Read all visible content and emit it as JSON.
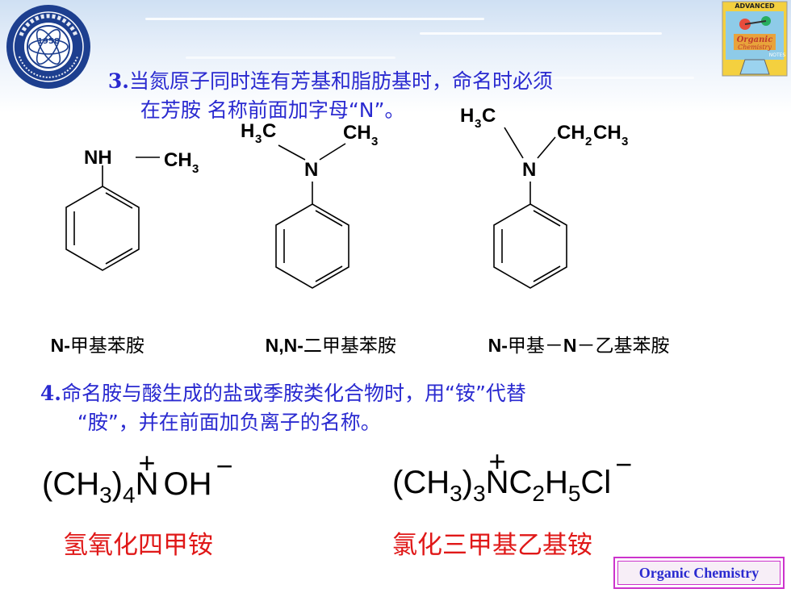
{
  "header": {
    "logo": {
      "name": "university-seal",
      "year": "1958",
      "text": "University of Science and Technology of China"
    },
    "badge": {
      "name": "organic-chemistry-badge",
      "top_text": "ADVANCED",
      "mid_text": "Organic",
      "mid_text2": "Chemistry",
      "corner_text": "NOTES"
    }
  },
  "section3": {
    "number": "3.",
    "line1": "当氮原子同时连有芳基和脂肪基时，命名时必须",
    "line2": "在芳胺 名称前面加字母“N”。"
  },
  "structures": [
    {
      "labels": {
        "nh": "NH",
        "ch3": "CH",
        "three": "3"
      },
      "name_prefix": "N-",
      "name_rest": "甲基苯胺"
    },
    {
      "labels": {
        "h3c_h": "H",
        "h3c_3": "3",
        "h3c_c": "C",
        "ch3": "CH",
        "three": "3",
        "n": "N"
      },
      "name_prefix": "N,N-",
      "name_rest": "二甲基苯胺"
    },
    {
      "labels": {
        "h3c_h": "H",
        "h3c_3": "3",
        "h3c_c": "C",
        "ch2": "CH",
        "two": "2",
        "ch3": "CH",
        "three": "3",
        "n": "N"
      },
      "name_prefix": "N-",
      "name_mid": "甲基－",
      "name_n": "N",
      "name_rest": "－乙基苯胺"
    }
  ],
  "section4": {
    "number": "4.",
    "line1": "命名胺与酸生成的盐或季胺类化合物时，用“铵”代替",
    "line2": "“胺”，并在前面加负离子的名称。"
  },
  "salts": [
    {
      "formula": {
        "a": "(CH",
        "a_sub": "3",
        "b": ")",
        "b_sub": "4",
        "n": "N",
        "charge": "+",
        "c": "OH",
        "anion": "−"
      },
      "name": "氢氧化四甲铵"
    },
    {
      "formula": {
        "a": "(CH",
        "a_sub": "3",
        "b": ")",
        "b_sub": "3",
        "n": "N",
        "charge": "+",
        "c": "C",
        "c_sub": "2",
        "d": "H",
        "d_sub": "5",
        "e": "Cl",
        "anion": "−"
      },
      "name": "氯化三甲基乙基铵"
    }
  ],
  "footer": {
    "label": "Organic Chemistry"
  }
}
